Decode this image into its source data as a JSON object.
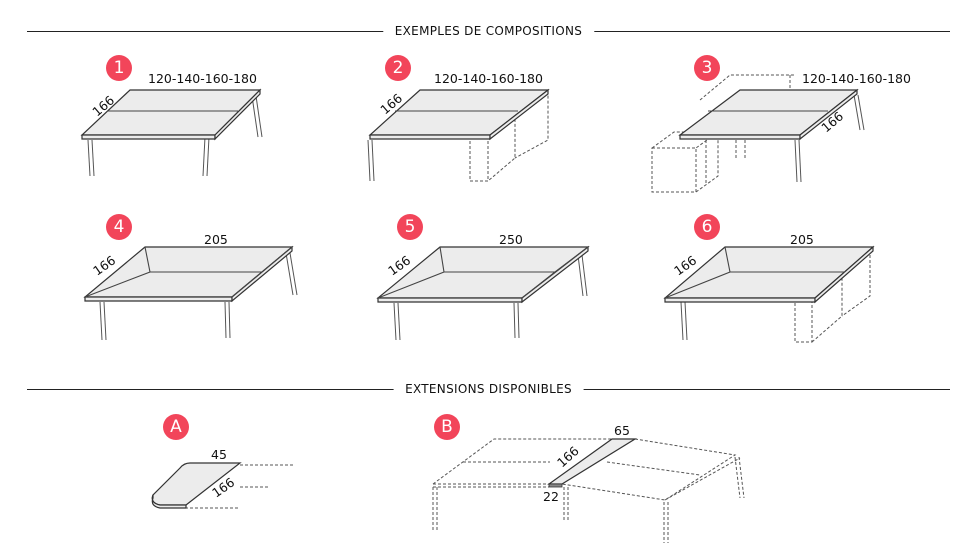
{
  "colors": {
    "badge": "#f2455a"
  },
  "sections": {
    "compositions": "EXEMPLES DE COMPOSITIONS",
    "extensions": "EXTENSIONS DISPONIBLES"
  },
  "compositions": [
    {
      "badge": "1",
      "depth": "166",
      "width": "120-140-160-180"
    },
    {
      "badge": "2",
      "depth": "166",
      "width": "120-140-160-180"
    },
    {
      "badge": "3",
      "depth": "166",
      "width": "120-140-160-180"
    },
    {
      "badge": "4",
      "depth": "166",
      "width": "205"
    },
    {
      "badge": "5",
      "depth": "166",
      "width": "250"
    },
    {
      "badge": "6",
      "depth": "166",
      "width": "205"
    }
  ],
  "extensions": [
    {
      "badge": "A",
      "width": "45",
      "depth": "166"
    },
    {
      "badge": "B",
      "width_top": "65",
      "depth": "166",
      "width_bottom": "22"
    }
  ]
}
